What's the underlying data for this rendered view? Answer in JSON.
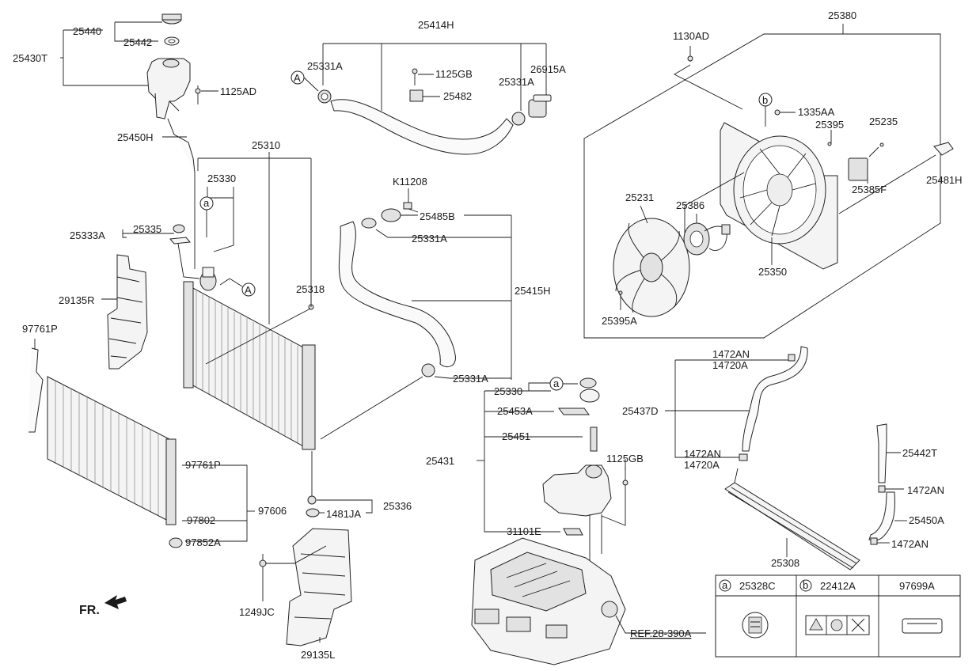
{
  "parts": {
    "p25440": "25440",
    "p25442": "25442",
    "p25430T": "25430T",
    "p1125AD": "1125AD",
    "p25450H": "25450H",
    "p25414H": "25414H",
    "p25331A_1": "25331A",
    "p25331A_2": "25331A",
    "p25331A_3": "25331A",
    "p25331A_4": "25331A",
    "p1125GB_1": "1125GB",
    "p25482": "25482",
    "p26915A": "26915A",
    "p25380": "25380",
    "p1130AD": "1130AD",
    "p1335AA": "1335AA",
    "p25395": "25395",
    "p25235": "25235",
    "p25481H": "25481H",
    "p25385F": "25385F",
    "p25231": "25231",
    "p25386": "25386",
    "p25350": "25350",
    "p25395A": "25395A",
    "p25310": "25310",
    "p25330_1": "25330",
    "p25335": "25335",
    "p25333A": "25333A",
    "p29135R": "29135R",
    "p25318": "25318",
    "pK11208": "K11208",
    "p25485B": "25485B",
    "p25415H": "25415H",
    "p97761P_1": "97761P",
    "p97761P_2": "97761P",
    "p97802": "97802",
    "p97606": "97606",
    "p97852A": "97852A",
    "p1481JA": "1481JA",
    "p25336": "25336",
    "p1249JC": "1249JC",
    "p29135L": "29135L",
    "p25330_2": "25330",
    "p25453A": "25453A",
    "p25451": "25451",
    "p25431": "25431",
    "p1125GB_2": "1125GB",
    "p31101E": "31101E",
    "p1472AN_1": "1472AN",
    "p14720A_1": "14720A",
    "p25437D": "25437D",
    "p1472AN_2": "1472AN",
    "p14720A_2": "14720A",
    "p25442T": "25442T",
    "p1472AN_3": "1472AN",
    "p25450A": "25450A",
    "p1472AN_4": "1472AN",
    "p25308": "25308"
  },
  "callouts": {
    "a": "a",
    "b": "b",
    "A": "A"
  },
  "front_label": "FR.",
  "reference": "REF.28-390A",
  "legend": {
    "items": [
      {
        "marker": "a",
        "part": "25328C"
      },
      {
        "marker": "b",
        "part": "22412A"
      },
      {
        "marker": "",
        "part": "97699A"
      }
    ]
  }
}
